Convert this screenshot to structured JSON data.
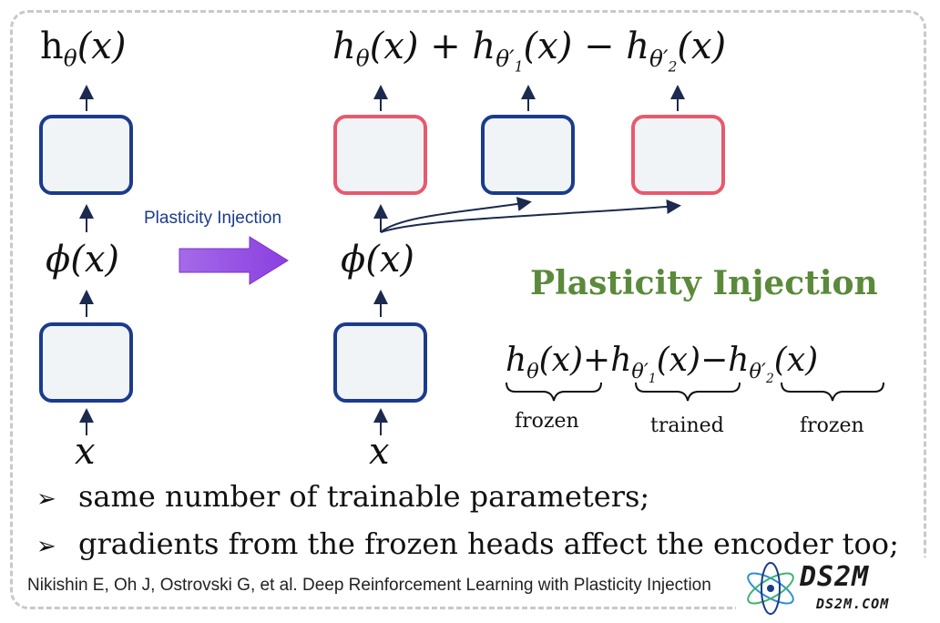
{
  "left_network": {
    "output": "hθ(x)",
    "feature": "ϕ(x)",
    "input": "x"
  },
  "arrow_label": "Plasticity Injection",
  "right_network": {
    "output": "hθ(x) + hθ′1(x) − hθ′2(x)",
    "feature": "ϕ(x)",
    "input": "x"
  },
  "title": "Plasticity Injection",
  "equation": {
    "terms": [
      "hθ(x)",
      "hθ′1(x)",
      "hθ′2(x)"
    ],
    "annotations": [
      "frozen",
      "trained",
      "frozen"
    ]
  },
  "bullets": [
    "same number of trainable parameters;",
    "gradients from the frozen heads affect the encoder too;"
  ],
  "citation": "Nikishin E, Oh J, Ostrovski G, et al. Deep Reinforcement Learning with Plasticity Injection",
  "logo": {
    "main": "DS2M",
    "sub": "DS2M.COM"
  },
  "colors": {
    "frozen_border": "#1b3b8c",
    "trained_border": "#e8596d",
    "box_fill": "#f1f4f7",
    "title_green": "#5a8a3a",
    "arrow_purple": "#9b5de5"
  }
}
